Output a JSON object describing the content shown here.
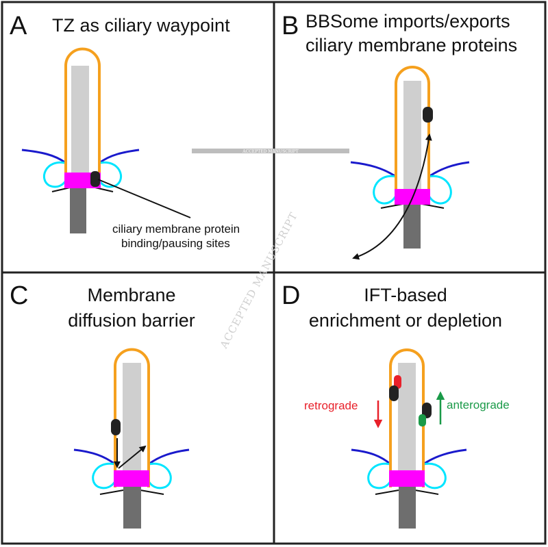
{
  "panels": {
    "a": {
      "letter": "A",
      "title": "TZ as ciliary waypoint",
      "label_line1": "ciliary membrane protein",
      "label_line2": "binding/pausing sites"
    },
    "b": {
      "letter": "B",
      "title_line1": "BBSome imports/exports",
      "title_line2": "ciliary membrane proteins"
    },
    "c": {
      "letter": "C",
      "title_line1": "Membrane",
      "title_line2": "diffusion barrier"
    },
    "d": {
      "letter": "D",
      "title_line1": "IFT-based",
      "title_line2": "enrichment or depletion",
      "retrograde_label": "retrograde",
      "anterograde_label": "anterograde"
    }
  },
  "watermark": {
    "text": "ACCEPTED MANUSCRIPT"
  },
  "colors": {
    "ciliary_membrane": "#F5A01E",
    "axoneme": "#CFCFCF",
    "transition_zone": "#FF00FF",
    "basal_body": "#6E6E6E",
    "transition_fibers": "#00E5FF",
    "plasma_membrane": "#1A1ACC",
    "membrane_protein": "#222222",
    "retrograde": "#E8202A",
    "anterograde": "#1A9A48",
    "border": "#222222"
  }
}
